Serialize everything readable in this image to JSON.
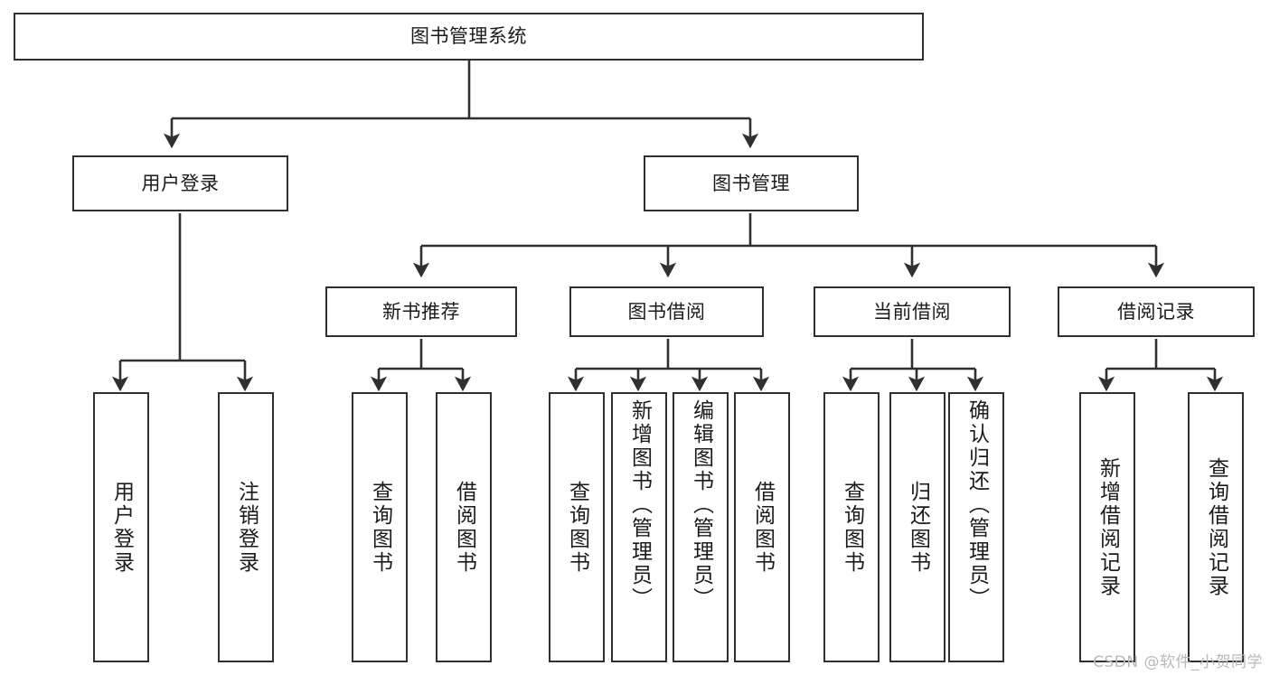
{
  "diagram": {
    "title": "图书管理系统",
    "type": "tree-hierarchy-diagram",
    "watermark": "CSDN @软件_小贺同学",
    "colors": {
      "stroke": "#30302f",
      "fill": "#ffffff",
      "text": "#1b1b1b",
      "watermark": "#b9b9b9"
    },
    "levels": {
      "root": "图书管理系统",
      "level2": [
        "用户登录",
        "图书管理"
      ],
      "level3": [
        "新书推荐",
        "图书借阅",
        "当前借阅",
        "借阅记录"
      ]
    },
    "nodes": {
      "root": {
        "label": "图书管理系统"
      },
      "user_login": {
        "label": "用户登录"
      },
      "book_manage": {
        "label": "图书管理"
      },
      "new_book_rec": {
        "label": "新书推荐"
      },
      "book_borrow": {
        "label": "图书借阅"
      },
      "current_borrow": {
        "label": "当前借阅"
      },
      "borrow_record": {
        "label": "借阅记录"
      }
    },
    "leaves": {
      "user_login": [
        {
          "label": "用户登录"
        },
        {
          "label": "注销登录"
        }
      ],
      "new_book_rec": [
        {
          "label": "查询图书"
        },
        {
          "label": "借阅图书"
        }
      ],
      "book_borrow": [
        {
          "label": "查询图书"
        },
        {
          "label": "新增图书（管理员）"
        },
        {
          "label": "编辑图书（管理员）"
        },
        {
          "label": "借阅图书"
        }
      ],
      "current_borrow": [
        {
          "label": "查询图书"
        },
        {
          "label": "归还图书"
        },
        {
          "label": "确认归还（管理员）"
        }
      ],
      "borrow_record": [
        {
          "label": "新增借阅记录"
        },
        {
          "label": "查询借阅记录"
        }
      ]
    }
  }
}
